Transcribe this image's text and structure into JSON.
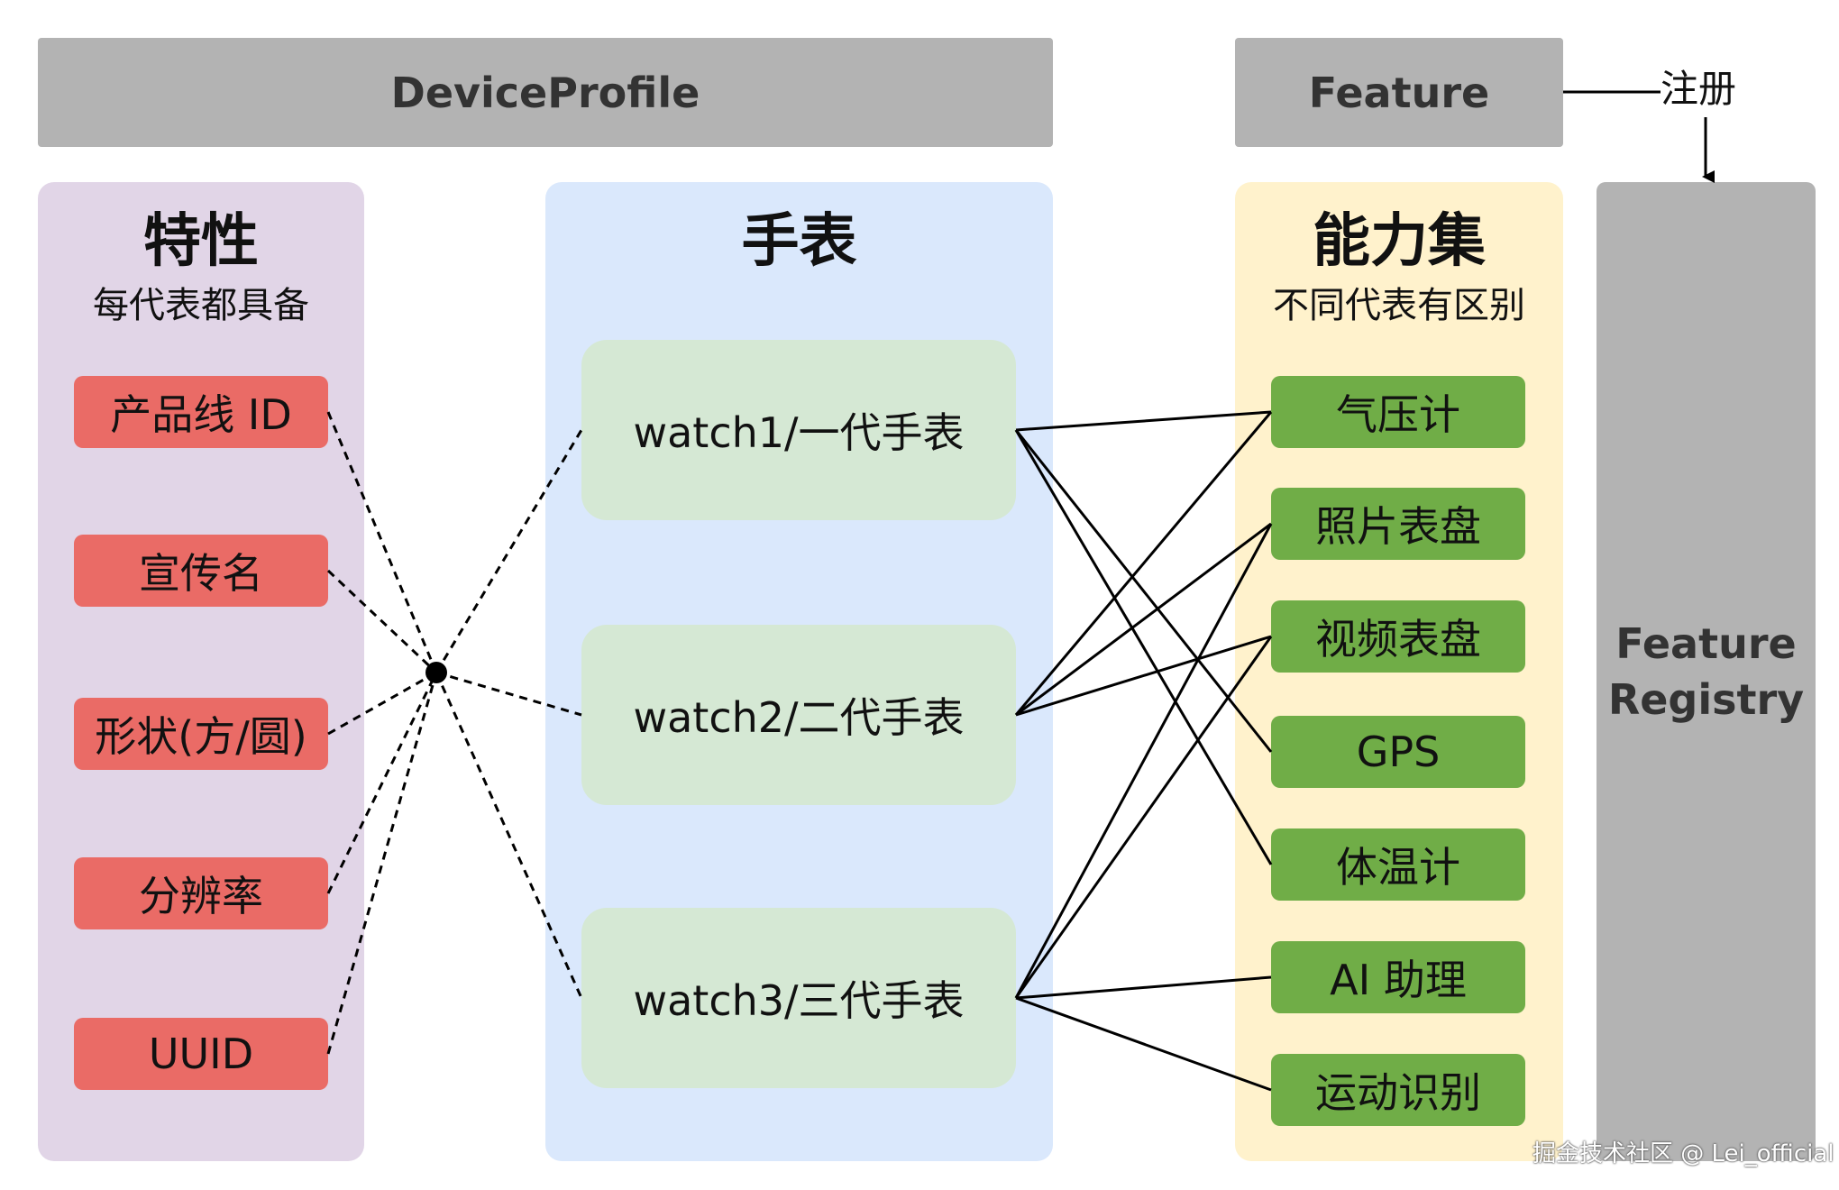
{
  "header": {
    "device_profile": "DeviceProfile",
    "feature": "Feature"
  },
  "register_label": "注册",
  "traits_panel": {
    "title": "特性",
    "subtitle": "每代表都具备",
    "items": [
      "产品线 ID",
      "宣传名",
      "形状(方/圆)",
      "分辨率",
      "UUID"
    ]
  },
  "watch_panel": {
    "title": "手表",
    "items": [
      "watch1/一代手表",
      "watch2/二代手表",
      "watch3/三代手表"
    ]
  },
  "capabilities_panel": {
    "title": "能力集",
    "subtitle": "不同代表有区别",
    "items": [
      "气压计",
      "照片表盘",
      "视频表盘",
      "GPS",
      "体温计",
      "AI 助理",
      "运动识别"
    ]
  },
  "registry": {
    "line1": "Feature",
    "line2": "Registry"
  },
  "connections": [
    {
      "watch": 0,
      "capability": 0
    },
    {
      "watch": 0,
      "capability": 3
    },
    {
      "watch": 0,
      "capability": 4
    },
    {
      "watch": 1,
      "capability": 0
    },
    {
      "watch": 1,
      "capability": 1
    },
    {
      "watch": 1,
      "capability": 2
    },
    {
      "watch": 2,
      "capability": 1
    },
    {
      "watch": 2,
      "capability": 2
    },
    {
      "watch": 2,
      "capability": 5
    },
    {
      "watch": 2,
      "capability": 6
    }
  ],
  "watermark": "掘金技术社区 @ Lei_official",
  "colors": {
    "header_gray": "#b3b3b3",
    "traits_bg": "#e1d5e7",
    "watch_bg": "#dae8fc",
    "caps_bg": "#fff2cc",
    "trait_red": "#ea6b66",
    "watch_green": "#d5e8d4",
    "cap_green": "#70ad47"
  }
}
